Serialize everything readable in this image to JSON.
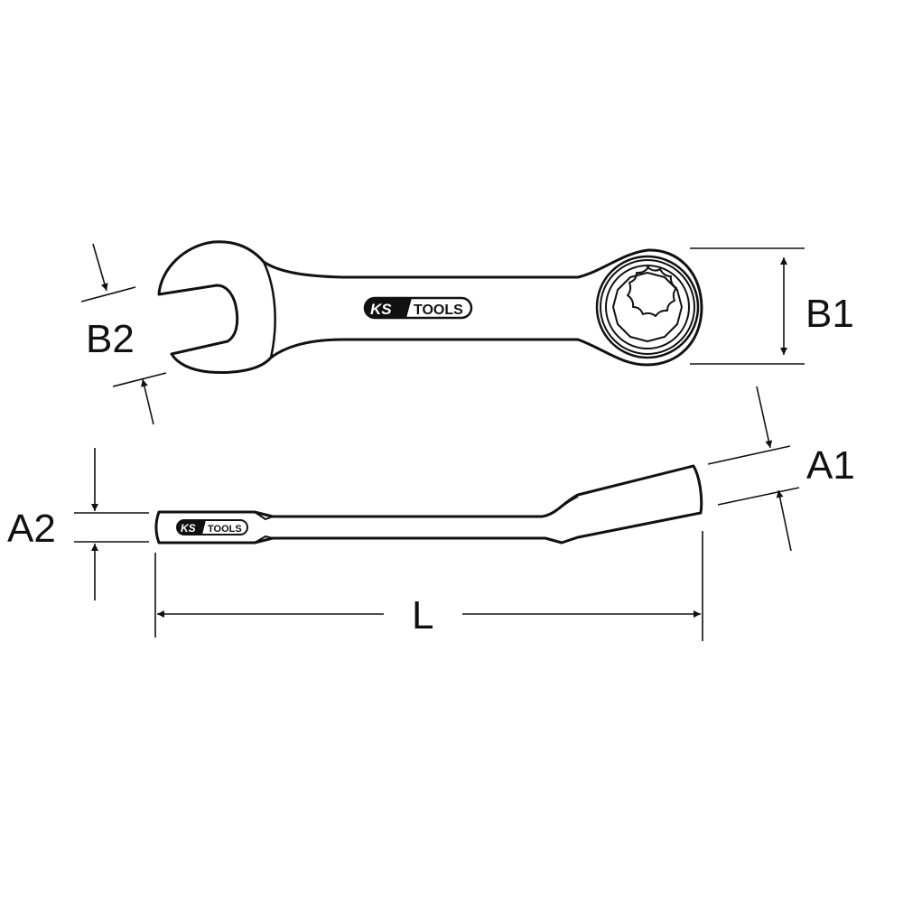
{
  "diagram": {
    "subject": "Combination ratcheting wrench (stubby) dimension drawing",
    "colors": {
      "line": "#111111",
      "background": "#ffffff"
    },
    "logo": {
      "brand_left": "KS",
      "brand_right": "TOOLS"
    },
    "dimensions": {
      "B1": {
        "label": "B1",
        "meaning": "ring head width"
      },
      "B2": {
        "label": "B2",
        "meaning": "open jaw head width"
      },
      "A1": {
        "label": "A1",
        "meaning": "ring head thickness"
      },
      "A2": {
        "label": "A2",
        "meaning": "open end thickness"
      },
      "L": {
        "label": "L",
        "meaning": "overall length"
      }
    },
    "views": [
      "top-view",
      "side-view"
    ]
  }
}
